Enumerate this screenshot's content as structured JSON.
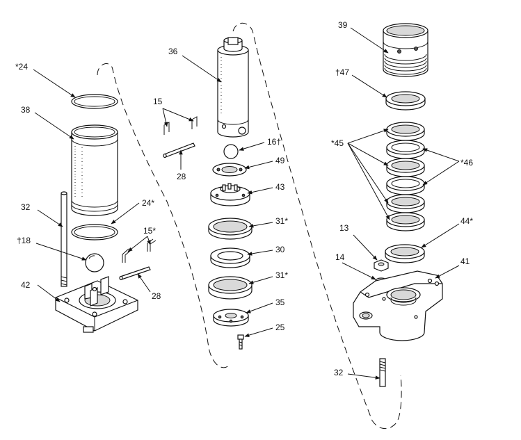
{
  "callouts": {
    "c24a": "*24",
    "c38": "38",
    "c32a": "32",
    "c18": "†18",
    "c42": "42",
    "c15a": "15",
    "c28a": "28",
    "c24b": "24*",
    "c15b": "15*",
    "c28b": "28",
    "c36": "36",
    "c16": "16†",
    "c49": "49",
    "c43": "43",
    "c31a": "31*",
    "c30": "30",
    "c31b": "31*",
    "c35": "35",
    "c25": "25",
    "c39": "39",
    "c47": "†47",
    "c45": "*45",
    "c46": "*46",
    "c13": "13",
    "c44": "44*",
    "c14": "14",
    "c41": "41",
    "c32b": "32"
  }
}
